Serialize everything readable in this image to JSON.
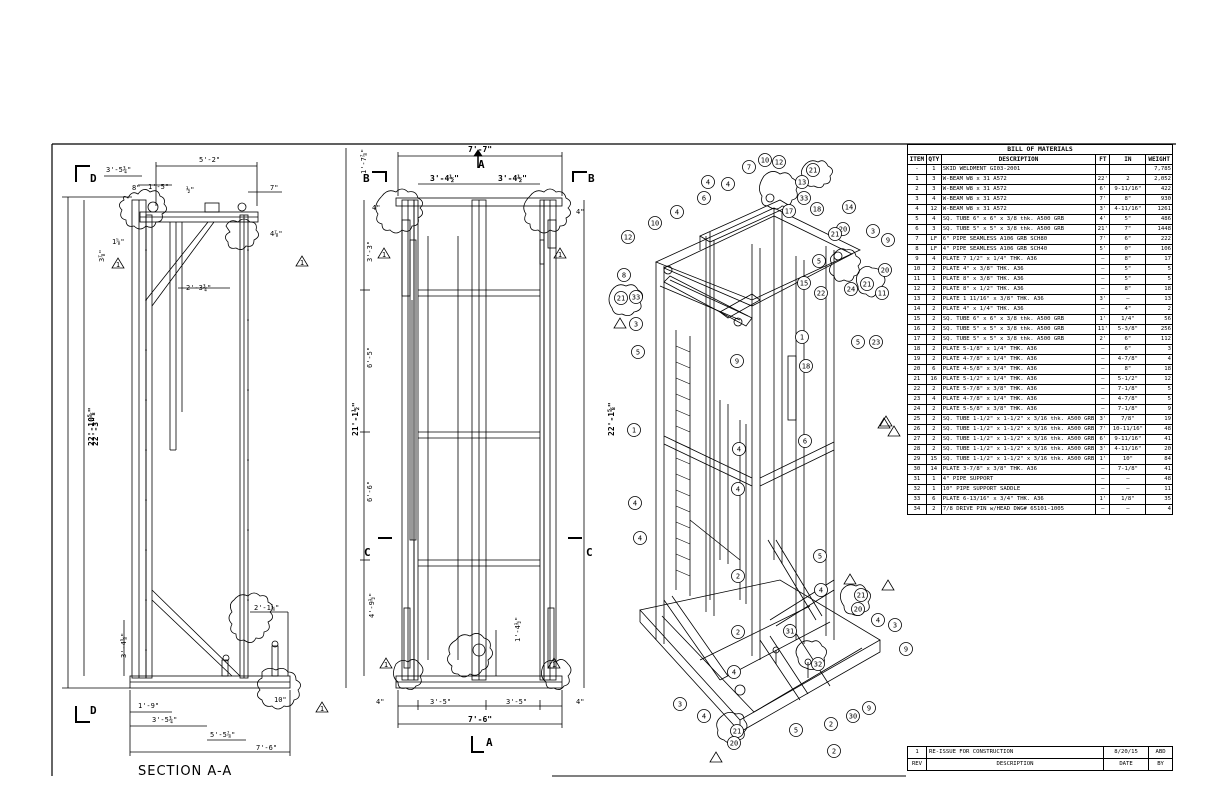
{
  "views": {
    "left": {
      "section_marker_top": "D",
      "section_marker_bottom": "D",
      "section_title": "SECTION A-A",
      "dims": {
        "top_5_2": "5'-2\"",
        "top_3_5_3q": "3'-5¾\"",
        "top_8": "8\"",
        "top_1_5": "1'-5\"",
        "top_half": "½\"",
        "top_7": "7\"",
        "left_3_7q": "3⅞\"",
        "left_18": "1⅝\"",
        "right_47": "4⅞\"",
        "mid_2_3_3q": "2'-3¾\"",
        "h_22_10": "22'-10⅝\"",
        "h_22_3": "22'-3\"",
        "low_3_4": "3'-4⅝\"",
        "low_2_1": "2'-1⅛\"",
        "b_1_9": "1'-9\"",
        "b_3_5_3q": "3'-5¾\"",
        "b_5_5": "5'-5⅞\"",
        "b_10": "10\"",
        "b_7_6": "7'-6\""
      }
    },
    "middle": {
      "marker_b_left": "B",
      "marker_b_right": "B",
      "marker_a_top": "A",
      "marker_a_bottom": "A",
      "marker_c_left": "C",
      "marker_c_right": "C",
      "dims": {
        "top_7_7": "7'-7\"",
        "top_3_4h_l": "3'-4½\"",
        "top_3_4h_r": "3'-4½\"",
        "top_4_l": "4\"",
        "top_4_r": "4\"",
        "h_1_7": "1'-7⅞\"",
        "h_3_3": "3'-3\"",
        "h_6_5": "6'-5\"",
        "h_6_6": "6'-6\"",
        "h_4_9": "4'-9½\"",
        "h_21": "21'-1½\"",
        "h_22_1": "22'-1⅝\"",
        "h_1_4": "1'-4½\"",
        "b_4_l": "4\"",
        "b_3_5_l": "3'-5\"",
        "b_3_5_r": "3'-5\"",
        "b_4_r": "4\"",
        "b_7_6": "7'-6\""
      }
    }
  },
  "iso_labels": [
    "7",
    "10",
    "12",
    "21",
    "13",
    "33",
    "17",
    "18",
    "14",
    "20",
    "21",
    "3",
    "9",
    "20",
    "21",
    "24",
    "11",
    "4",
    "4",
    "6",
    "4",
    "10",
    "12",
    "8",
    "21",
    "33",
    "3",
    "5",
    "15",
    "22",
    "5",
    "1",
    "18",
    "5",
    "23",
    "9",
    "1",
    "6",
    "4",
    "4",
    "4",
    "4",
    "2",
    "5",
    "4",
    "21",
    "20",
    "4",
    "3",
    "9",
    "31",
    "2",
    "32",
    "30",
    "2",
    "5",
    "3",
    "4",
    "4",
    "21",
    "20",
    "9",
    "2"
  ],
  "bom": {
    "title": "BILL OF MATERIALS",
    "headers": [
      "ITEM",
      "QTY",
      "DESCRIPTION",
      "FT",
      "IN",
      "WEIGHT"
    ],
    "rows": [
      [
        "-",
        "1",
        "SKID WELDMENT GI03-2001",
        "",
        "",
        "7,785"
      ],
      [
        "1",
        "3",
        "W-BEAM W8 x 31  A572",
        "22'",
        "2",
        "2,052"
      ],
      [
        "2",
        "3",
        "W-BEAM W8 x 31  A572",
        "6'",
        "9-11/16\"",
        "422"
      ],
      [
        "3",
        "4",
        "W-BEAM W8 x 31  A572",
        "7'",
        "8\"",
        "930"
      ],
      [
        "4",
        "12",
        "W-BEAM W8 x 31  A572",
        "3'",
        "4-11/16\"",
        "1261"
      ],
      [
        "5",
        "4",
        "SQ. TUBE 6\" x 6\" x 3/8 thk. A500 GRB",
        "4'",
        "5\"",
        "486"
      ],
      [
        "6",
        "3",
        "SQ. TUBE 5\" x 5\" x 3/8 thk. A500 GRB",
        "21'",
        "7\"",
        "1448"
      ],
      [
        "7",
        "LF",
        "6\" PIPE SEAMLESS A106 GRB  SCH80",
        "7'",
        "6\"",
        "222"
      ],
      [
        "8",
        "LF",
        "4\" PIPE SEAMLESS A106 GRB  SCH40",
        "5'",
        "0\"",
        "106"
      ],
      [
        "9",
        "4",
        "PLATE 7 1/2\" x 1/4\" THK.  A36",
        "–",
        "8\"",
        "17"
      ],
      [
        "10",
        "2",
        "PLATE 4\" x 3/8\" THK.  A36",
        "–",
        "5\"",
        "5"
      ],
      [
        "11",
        "1",
        "PLATE 8\" x 3/8\" THK.  A36",
        "–",
        "5\"",
        "5"
      ],
      [
        "12",
        "2",
        "PLATE 8\" x 1/2\" THK.  A36",
        "–",
        "8\"",
        "18"
      ],
      [
        "13",
        "2",
        "PLATE 1 11/16\" x 3/8\" THK.  A36",
        "3'",
        "–",
        "13"
      ],
      [
        "14",
        "2",
        "PLATE 4\" x 1/4\" THK.  A36",
        "–",
        "4\"",
        "2"
      ],
      [
        "15",
        "2",
        "SQ. TUBE 6\" x 6\" x 3/8 thk. A500 GRB",
        "1'",
        "1/4\"",
        "56"
      ],
      [
        "16",
        "2",
        "SQ. TUBE 5\" x 5\" x 3/8 thk. A500 GRB",
        "11'",
        "5-3/8\"",
        "256"
      ],
      [
        "17",
        "2",
        "SQ. TUBE 5\" x 5\" x 3/8 thk. A500 GRB",
        "2'",
        "6\"",
        "112"
      ],
      [
        "18",
        "2",
        "PLATE 5-1/8\" x 1/4\" THK.  A36",
        "–",
        "6\"",
        "3"
      ],
      [
        "19",
        "2",
        "PLATE 4-7/8\" x 1/4\" THK.  A36",
        "–",
        "4-7/8\"",
        "4"
      ],
      [
        "20",
        "6",
        "PLATE 4-5/8\" x 3/4\" THK.  A36",
        "–",
        "8\"",
        "18"
      ],
      [
        "21",
        "16",
        "PLATE 5-1/2\" x 1/4\" THK.  A36",
        "–",
        "5-1/2\"",
        "12"
      ],
      [
        "22",
        "2",
        "PLATE 5-7/8\" x 3/8\" THK.  A36",
        "–",
        "7-1/8\"",
        "5"
      ],
      [
        "23",
        "4",
        "PLATE 4-7/8\" x 1/4\" THK.  A36",
        "–",
        "4-7/8\"",
        "5"
      ],
      [
        "24",
        "2",
        "PLATE 5-5/8\" x 3/8\" THK.  A36",
        "–",
        "7-1/8\"",
        "9"
      ],
      [
        "25",
        "2",
        "SQ. TUBE 1-1/2\" x 1-1/2\" x 3/16 thk. A500 GRB",
        "3'",
        "7/8\"",
        "19"
      ],
      [
        "26",
        "2",
        "SQ. TUBE 1-1/2\" x 1-1/2\" x 3/16 thk. A500 GRB",
        "7'",
        "10-11/16\"",
        "48"
      ],
      [
        "27",
        "2",
        "SQ. TUBE 1-1/2\" x 1-1/2\" x 3/16 thk. A500 GRB",
        "6'",
        "9-11/16\"",
        "41"
      ],
      [
        "28",
        "2",
        "SQ. TUBE 1-1/2\" x 1-1/2\" x 3/16 thk. A500 GRB",
        "3'",
        "4-11/16\"",
        "20"
      ],
      [
        "29",
        "15",
        "SQ. TUBE 1-1/2\" x 1-1/2\" x 3/16 thk. A500 GRB",
        "1'",
        "10\"",
        "84"
      ],
      [
        "30",
        "14",
        "PLATE 3-7/8\" x 3/8\" THK.  A36",
        "–",
        "7-1/8\"",
        "41"
      ],
      [
        "31",
        "1",
        "4\" PIPE SUPPORT",
        "–",
        "–",
        "48"
      ],
      [
        "32",
        "1",
        "10\" PIPE SUPPORT SADDLE",
        "–",
        "–",
        "11"
      ],
      [
        "33",
        "6",
        "PLATE 6-13/16\" x 3/4\" THK.  A36",
        "1'",
        "1/8\"",
        "35"
      ],
      [
        "34",
        "2",
        "7/8 DRIVE PIN w/HEAD DWG# 65101-1005",
        "–",
        "–",
        "4"
      ]
    ]
  },
  "revision": {
    "rev": "1",
    "description": "RE-ISSUE FOR CONSTRUCTION",
    "date": "8/20/15",
    "by": "ABD",
    "headers": {
      "rev": "REV",
      "description": "DESCRIPTION",
      "date": "DATE",
      "by": "BY"
    }
  },
  "delta_mark": "1"
}
